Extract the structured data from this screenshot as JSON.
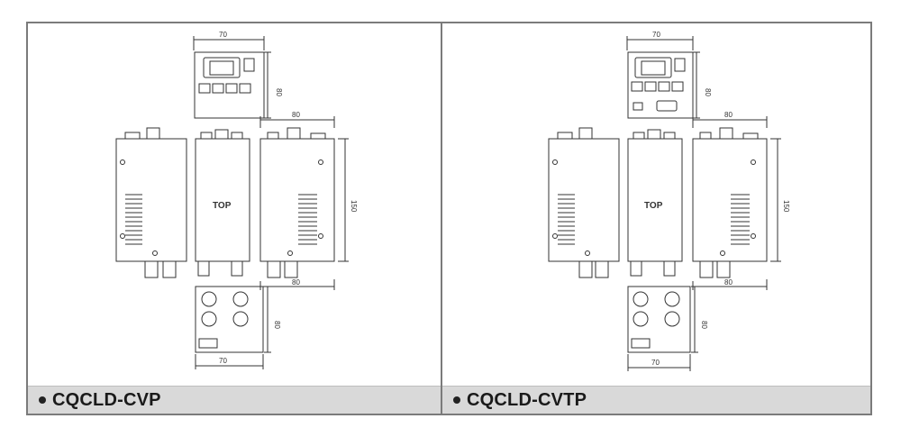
{
  "panels": [
    {
      "model": "CQCLD-CVP",
      "labels": {
        "top_view": "TOP",
        "width_top": "70",
        "height_top": "80",
        "depth_side": "80",
        "length_side": "150",
        "depth_bottom_side": "80",
        "width_bottom": "70",
        "height_bottom": "80"
      }
    },
    {
      "model": "CQCLD-CVTP",
      "labels": {
        "top_view": "TOP",
        "width_top": "70",
        "height_top": "80",
        "depth_side": "80",
        "length_side": "150",
        "depth_bottom_side": "80",
        "width_bottom": "70",
        "height_bottom": "80"
      }
    }
  ],
  "colors": {
    "border": "#7b7b7b",
    "caption_bg": "#d9d9d9",
    "line": "#333333"
  }
}
